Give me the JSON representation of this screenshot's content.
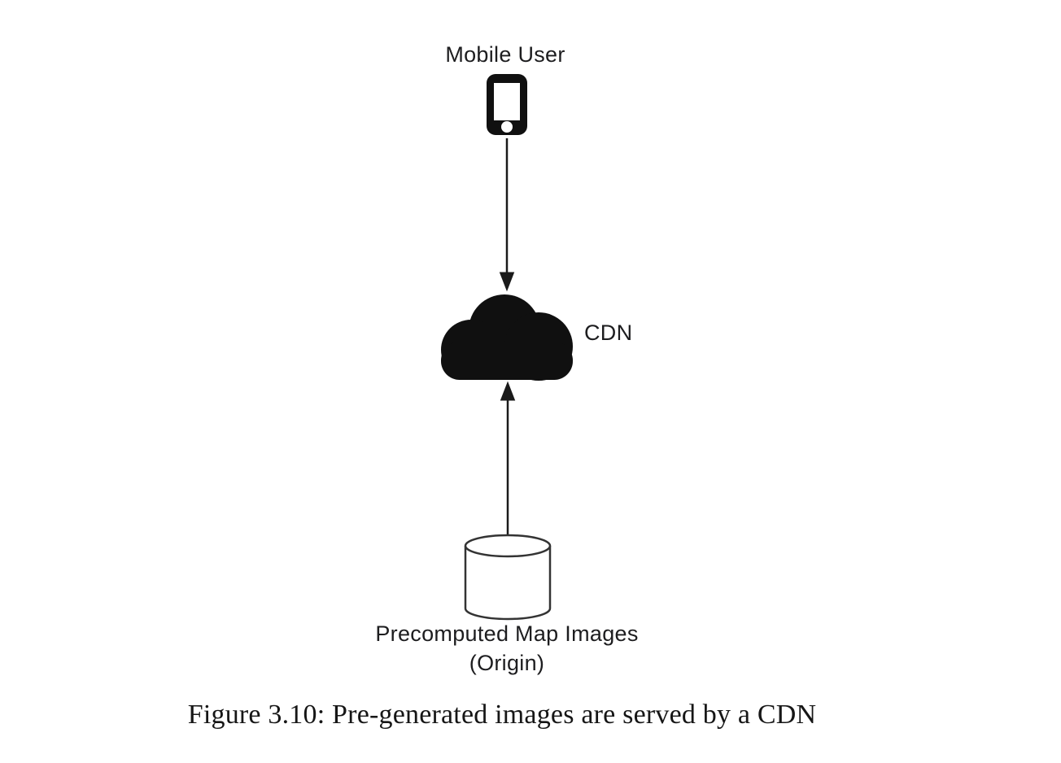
{
  "figure": {
    "caption": "Figure 3.10: Pre-generated images are served by a CDN"
  },
  "diagram": {
    "nodes": {
      "mobile_user": {
        "label": "Mobile User",
        "icon": "smartphone-icon"
      },
      "cdn": {
        "label": "CDN",
        "icon": "cloud-icon"
      },
      "origin": {
        "label": "Precomputed Map Images",
        "sublabel": "(Origin)",
        "icon": "database-cylinder-icon"
      }
    },
    "edges": [
      {
        "from": "mobile_user",
        "to": "cdn",
        "arrow_direction": "down"
      },
      {
        "from": "origin",
        "to": "cdn",
        "arrow_direction": "up"
      }
    ],
    "colors": {
      "ink": "#101010",
      "outline": "#333333",
      "text": "#1d1d1f",
      "background": "#ffffff"
    }
  }
}
